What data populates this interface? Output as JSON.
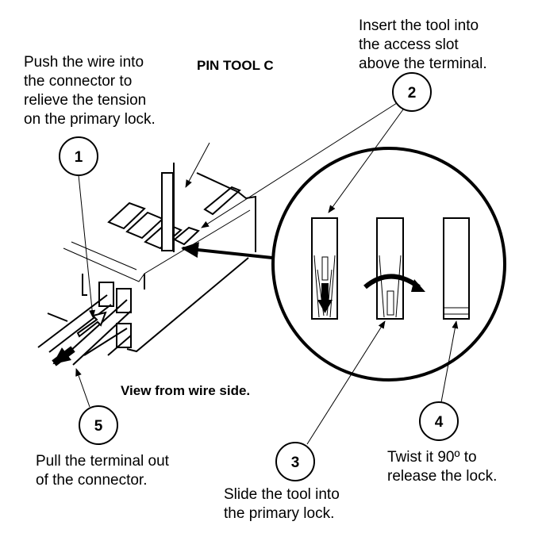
{
  "callouts": [
    {
      "number": "1",
      "lines": [
        "Push the wire into",
        "the connector to",
        "relieve the tension",
        "on the primary lock."
      ]
    },
    {
      "number": "2",
      "lines": [
        "Insert the tool into",
        "the access slot",
        "above the terminal."
      ]
    },
    {
      "number": "3",
      "lines": [
        "Slide the tool into",
        "the primary lock."
      ]
    },
    {
      "number": "4",
      "lines": [
        "Twist it 90º to",
        "release the lock."
      ]
    },
    {
      "number": "5",
      "lines": [
        "Pull the terminal out",
        "of the connector."
      ]
    }
  ],
  "tool_label": "PIN TOOL C",
  "view_label": "View from wire side."
}
